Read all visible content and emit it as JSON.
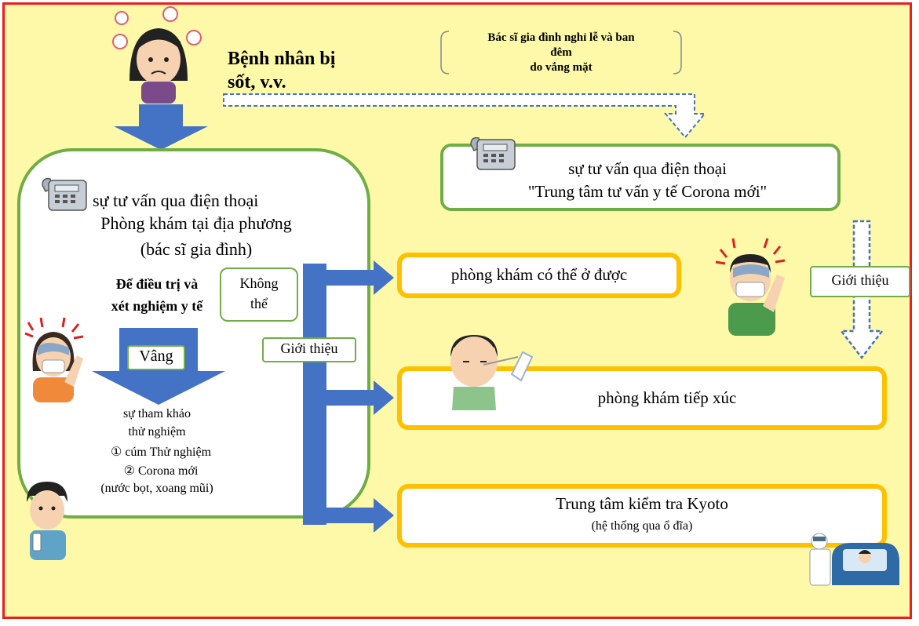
{
  "patient": {
    "line1": "Bệnh nhân bị",
    "line2": "sốt, v.v."
  },
  "holiday_note": {
    "line1": "Bác sĩ gia đình nghỉ lễ và ban",
    "line2": "đêm",
    "line3": "do vắng mặt"
  },
  "local_clinic": {
    "line1": "sự tư vấn qua điện thoại",
    "line2": "Phòng khám tại địa phương",
    "line3": "(bác sĩ gia đình)",
    "treatment_line1": "Để điều trị và",
    "treatment_line2": "xét nghiệm y tế",
    "not_possible_line1": "Không",
    "not_possible_line2": "thể",
    "yes": "Vâng",
    "consult_line1": "sự tham khảo",
    "consult_line2": "thử nghiệm",
    "consult_line3": "① cúm Thử nghiệm",
    "consult_line4": "② Corona mới",
    "consult_line5": "(nước bọt, xoang mũi)"
  },
  "referral_left": "Giới thiệu",
  "referral_right": "Giới thiệu",
  "corona_center": {
    "line1": "sự tư vấn qua điện thoại",
    "line2": "\"Trung tâm tư vấn y tế Corona mới\""
  },
  "destinations": {
    "clinic_available": "phòng khám có thể ở được",
    "contact_clinic": "phòng khám tiếp xúc",
    "kyoto_line1": "Trung tâm kiểm tra Kyoto",
    "kyoto_line2": "(hệ thống qua ổ đĩa)"
  },
  "colors": {
    "border": "#ee1c1c",
    "background": "#fdf9a8",
    "green": "#70ad47",
    "gold": "#ffc000",
    "blue": "#4472c4"
  },
  "icons": [
    "worried-woman-icon",
    "telephone-icon",
    "sick-woman-icon",
    "sick-man-icon",
    "swab-test-man-icon",
    "saliva-test-boy-icon",
    "drive-through-test-icon"
  ]
}
